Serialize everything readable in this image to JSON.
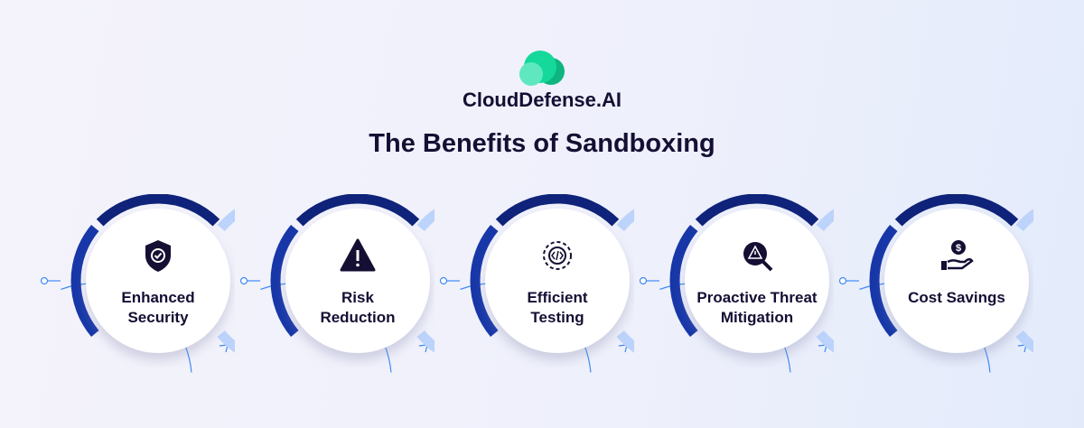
{
  "brand": {
    "name": "CloudDefense.AI"
  },
  "title": "The Benefits of Sandboxing",
  "colors": {
    "dark_arc": "#0e2a8a",
    "light_arc": "#bcd3fb",
    "connector": "#3d8af7",
    "text": "#140f33",
    "logo_green": "#14d99a"
  },
  "benefits": [
    {
      "l1": "Enhanced",
      "l2": "Security",
      "icon": "shield-check-icon"
    },
    {
      "l1": "Risk",
      "l2": "Reduction",
      "icon": "warning-triangle-icon"
    },
    {
      "l1": "Efficient",
      "l2": "Testing",
      "icon": "gear-code-icon"
    },
    {
      "l1": "Proactive Threat",
      "l2": "Mitigation",
      "icon": "threat-search-icon"
    },
    {
      "l1": "Cost Savings",
      "l2": "",
      "icon": "money-hand-icon"
    }
  ]
}
